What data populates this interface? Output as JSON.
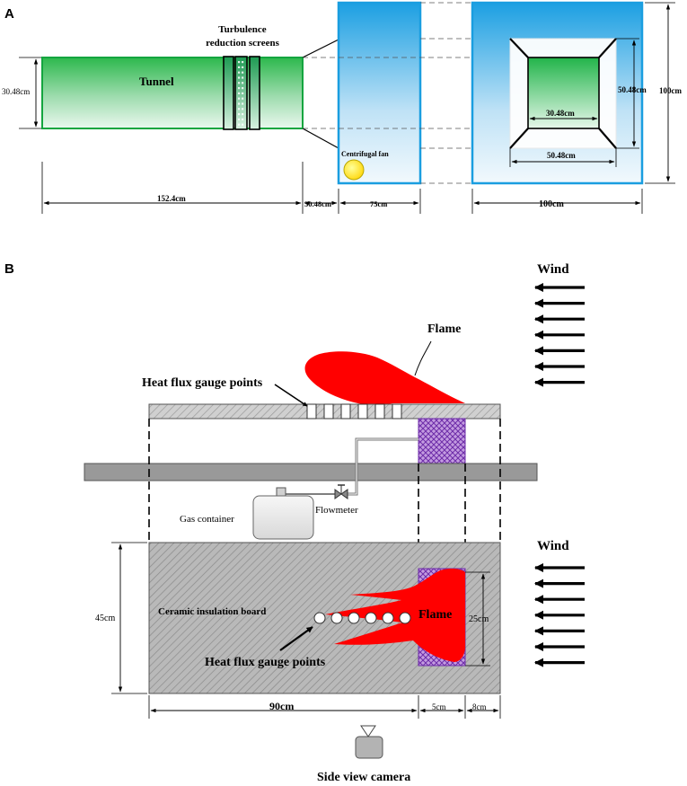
{
  "panel_a": {
    "letter": "A",
    "tunnel_label": "Tunnel",
    "screens_label_line1": "Turbulence",
    "screens_label_line2": "reduction screens",
    "height_label": "30.48cm",
    "fan_label": "Centrifugal fan",
    "inner_label": "30.48cm",
    "frame_label_side": "50.48cm",
    "frame_label_bottom": "50.48cm",
    "outer_height_label": "100cm",
    "dim_tunnel_length": "152.4cm",
    "dim_contraction": "30.48cm",
    "dim_fan_box": "75cm",
    "dim_outlet_width": "100cm"
  },
  "panel_b": {
    "letter": "B",
    "wind_label_top": "Wind",
    "wind_label_bottom": "Wind",
    "flame_label_top": "Flame",
    "flame_label_bottom": "Flame",
    "gauge_label_top": "Heat flux gauge points",
    "gauge_label_bottom": "Heat flux gauge points",
    "gas_container_label": "Gas container",
    "flowmeter_label": "Flowmeter",
    "board_label": "Ceramic insulation board",
    "dim_board_height": "45cm",
    "dim_burner_height": "25cm",
    "dim_board_length": "90cm",
    "dim_burner_width": "5cm",
    "dim_downstream": "8cm",
    "camera_label": "Side view camera"
  },
  "colors": {
    "tunnel_green": "#2db84d",
    "outlet_blue": "#1a9ee0",
    "flame_red": "#ff0000",
    "burner_purple": "#7a3fb3",
    "board_gray": "#cfcfcf"
  }
}
